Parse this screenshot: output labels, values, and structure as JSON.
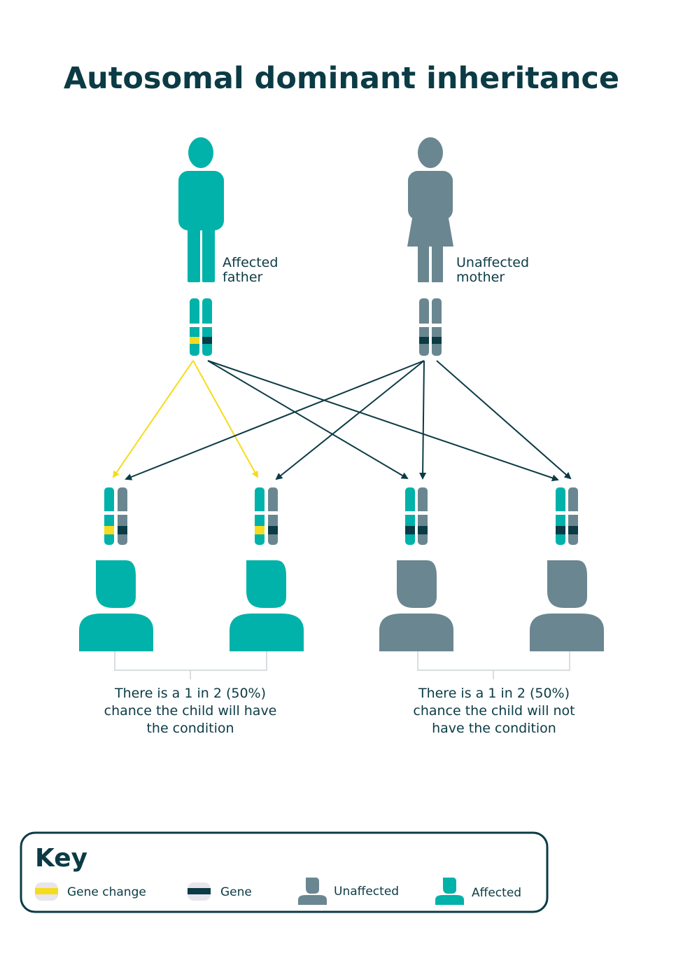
{
  "title": "Autosomal dominant inheritance",
  "colors": {
    "affected": "#00b2a9",
    "unaffected": "#6a8791",
    "gene_change": "#f5dc1e",
    "gene": "#0b3b45",
    "arrow_dark": "#0b3b45",
    "arrow_yellow": "#f5dc1e",
    "text": "#0b3b45"
  },
  "parents": {
    "father": {
      "line1": "Affected",
      "line2": "father",
      "status": "affected"
    },
    "mother": {
      "line1": "Unaffected",
      "line2": "mother",
      "status": "unaffected"
    }
  },
  "children": [
    {
      "status": "affected",
      "left_band": "gene_change",
      "right_band": "gene"
    },
    {
      "status": "affected",
      "left_band": "gene_change",
      "right_band": "gene"
    },
    {
      "status": "unaffected",
      "left_band": "gene",
      "right_band": "gene"
    },
    {
      "status": "unaffected",
      "left_band": "gene",
      "right_band": "gene"
    }
  ],
  "captions": {
    "affected": [
      "There is a 1 in 2 (50%)",
      "chance the child will have",
      "the condition"
    ],
    "unaffected": [
      "There is a 1 in 2 (50%)",
      "chance the child will not",
      "have the condition"
    ]
  },
  "key": {
    "title": "Key",
    "items": [
      {
        "label": "Gene change",
        "icon": "gene-change-icon"
      },
      {
        "label": "Gene",
        "icon": "gene-icon"
      },
      {
        "label": "Unaffected",
        "icon": "unaffected-person-icon"
      },
      {
        "label": "Affected",
        "icon": "affected-person-icon"
      }
    ]
  }
}
